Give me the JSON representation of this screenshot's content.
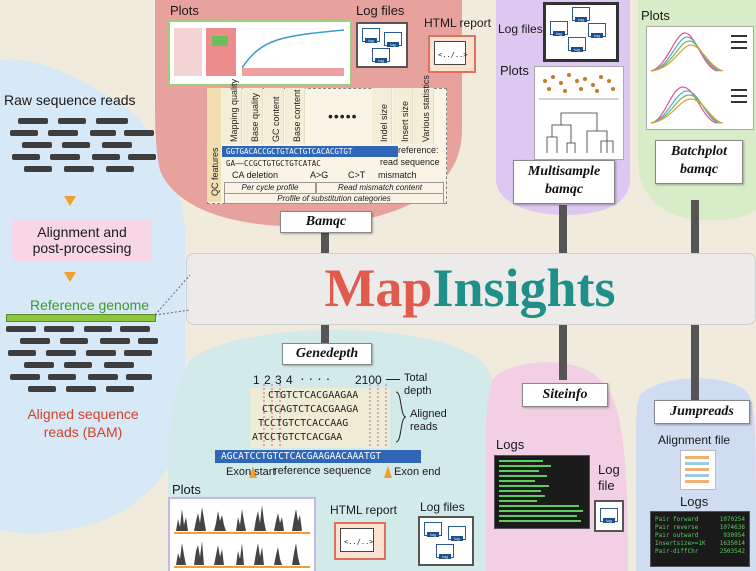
{
  "title": {
    "map": "Map",
    "insights": "Insights"
  },
  "left": {
    "raw_reads": "Raw sequence reads",
    "alignment_line1": "Alignment and",
    "alignment_line2": "post-processing",
    "reference_genome": "Reference genome",
    "aligned_line1": "Aligned sequence",
    "aligned_line2": "reads (BAM)"
  },
  "modules": {
    "bamqc": "Bamqc",
    "multisample_line1": "Multisample",
    "multisample_line2": "bamqc",
    "batchplot_line1": "Batchplot",
    "batchplot_line2": "bamqc",
    "genedepth": "Genedepth",
    "siteinfo": "Siteinfo",
    "jumpreads": "Jumpreads"
  },
  "bamqc": {
    "plots": "Plots",
    "log_files": "Log files",
    "html_report": "HTML report",
    "qc_features": "QC features",
    "features": [
      "Mapping quality",
      "Base quality",
      "GC content",
      "Base content",
      "Indel size",
      "Insert size",
      "Various statistics"
    ],
    "ellipsis": "•••••",
    "ref_seq": "GGTGACACCGCTGTACTGTCACACGTGT",
    "ref_label": "reference:",
    "read_seq": "GA——CCGCTGTGCTGTCATAC",
    "read_label": "read sequence",
    "ca_deletion": "CA deletion",
    "a_to_g": "A>G",
    "c_to_t": "C>T",
    "mismatch": "mismatch",
    "per_cycle": "Per cycle profile",
    "read_mismatch": "Read mismatch content",
    "substitution": "Profile of substitution categories"
  },
  "multisample": {
    "log_files": "Log files",
    "plots": "Plots"
  },
  "batchplot": {
    "plots": "Plots"
  },
  "genedepth": {
    "positions": "1 2 3 4",
    "dots": "·  ·  ·  ·",
    "end_pos": "2100",
    "total_depth_line1": "Total",
    "total_depth_line2": "depth",
    "reads": [
      "CTGTCTCACGAAGAA",
      "CTCAGTCTCACGAAGA",
      "TCCTGTCTCACCAAG",
      "ATCCTGTCTCACGAA"
    ],
    "aligned_reads_line1": "Aligned",
    "aligned_reads_line2": "reads",
    "ref_seq": "AGCATCCTGTCTCACGAAGAACAAATGT",
    "reference_sequence": "reference sequence",
    "exon_start": "Exon start",
    "exon_end": "Exon end",
    "plots": "Plots",
    "html_report": "HTML report",
    "log_files": "Log files"
  },
  "siteinfo": {
    "logs": "Logs",
    "log_file_line1": "Log",
    "log_file_line2": "file"
  },
  "jumpreads": {
    "alignment_file": "Alignment file",
    "logs": "Logs",
    "log_rows": [
      {
        "label": "Pair forward",
        "value": "1070254"
      },
      {
        "label": "Pair reverse",
        "value": "1074636"
      },
      {
        "label": "Pair outward",
        "value": "930954"
      },
      {
        "label": "Insertsize>=1K",
        "value": "1635014"
      },
      {
        "label": "Pair-diffChr",
        "value": "2503542"
      }
    ]
  },
  "icons": {
    "html_tag": "<../..>",
    "log_tag": "log"
  },
  "colors": {
    "map": "#e05a4e",
    "insights": "#1f8f8a",
    "reference_green": "#3b9a33",
    "aligned_red": "#d4402e"
  }
}
